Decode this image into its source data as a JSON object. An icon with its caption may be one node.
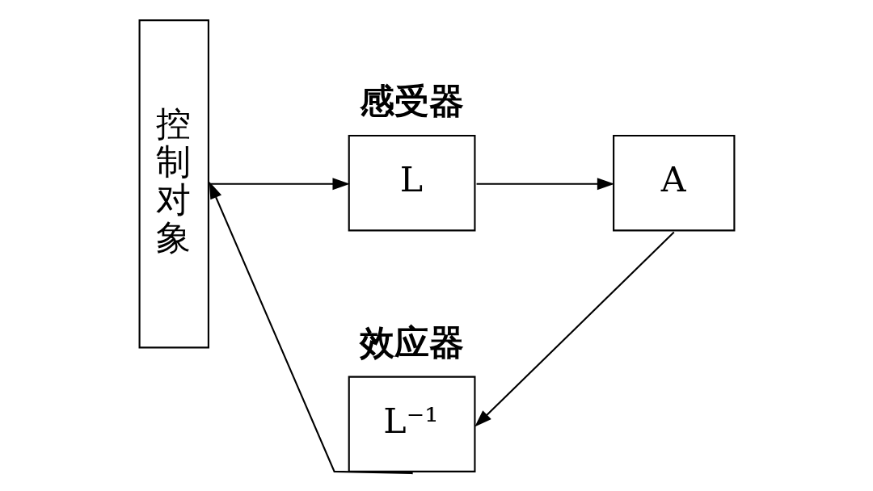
{
  "diagram": {
    "nodes": [
      {
        "text": [
          "控制对象"
        ]
      },
      {
        "text": [
          "感受器",
          "L"
        ]
      },
      {
        "text": [
          "A"
        ]
      },
      {
        "text": [
          "效应器",
          "L⁻¹"
        ]
      }
    ],
    "edges": [
      {
        "from": 0,
        "to": 1,
        "arrow": "to"
      },
      {
        "from": 1,
        "to": 2,
        "arrow": "to"
      },
      {
        "from": 2,
        "to": 3,
        "arrow": "to"
      },
      {
        "from": 3,
        "to": 0,
        "arrow": "to"
      }
    ]
  }
}
